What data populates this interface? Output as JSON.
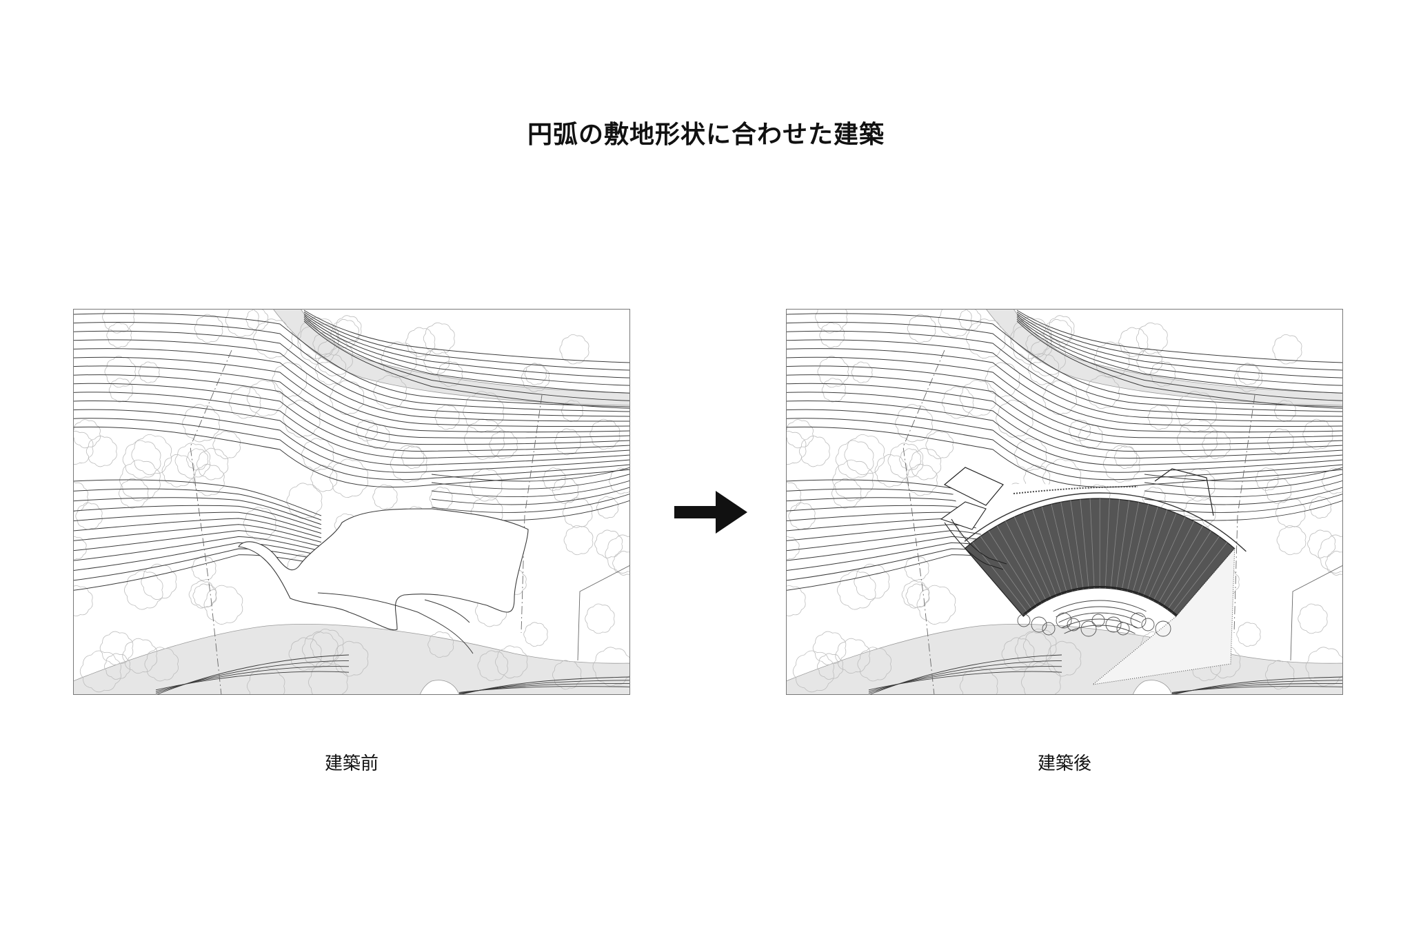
{
  "title": "円弧の敷地形状に合わせた建築",
  "panels": [
    {
      "id": "before",
      "caption": "建築前"
    },
    {
      "id": "after",
      "caption": "建築後"
    }
  ],
  "arrow_icon": "right-arrow-icon",
  "colors": {
    "contour": "#3a3a3a",
    "road": "#e6e6e6",
    "tree": "#bdbdbd",
    "roof": "#555555",
    "arrow": "#111111"
  }
}
